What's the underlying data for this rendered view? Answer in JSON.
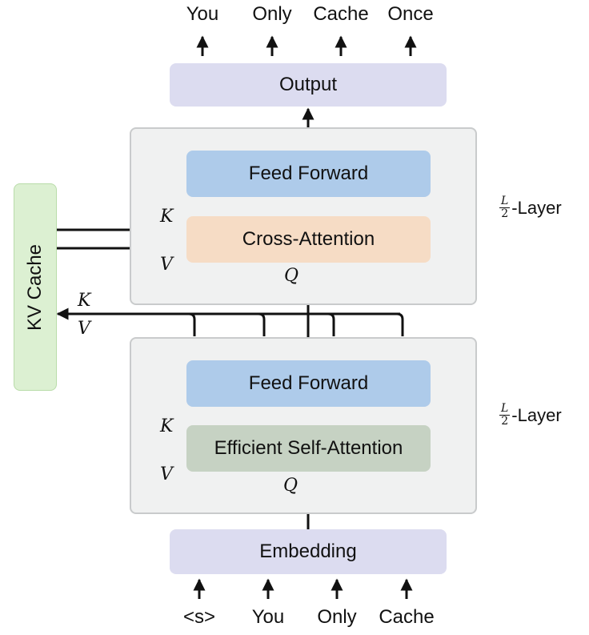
{
  "outputs": [
    "You",
    "Only",
    "Cache",
    "Once"
  ],
  "inputs": [
    "<s>",
    "You",
    "Only",
    "Cache"
  ],
  "blocks": {
    "output": "Output",
    "embedding": "Embedding",
    "feed_forward_top": "Feed Forward",
    "cross_attention": "Cross-Attention",
    "feed_forward_bottom": "Feed Forward",
    "self_attention": "Efficient Self-Attention",
    "kv_cache": "KV Cache"
  },
  "labels": {
    "layer_num": "L",
    "layer_den": "2",
    "layer_suffix": "-Layer",
    "k": "K",
    "v": "V",
    "q": "Q"
  },
  "colors": {
    "io_box": "#dcdcf0",
    "feed_forward": "#aecbea",
    "cross_attention": "#f6dcc5",
    "self_attention": "#c6d2c3",
    "kv_cache": "#dcf0d2",
    "panel": "#f0f1f1"
  }
}
